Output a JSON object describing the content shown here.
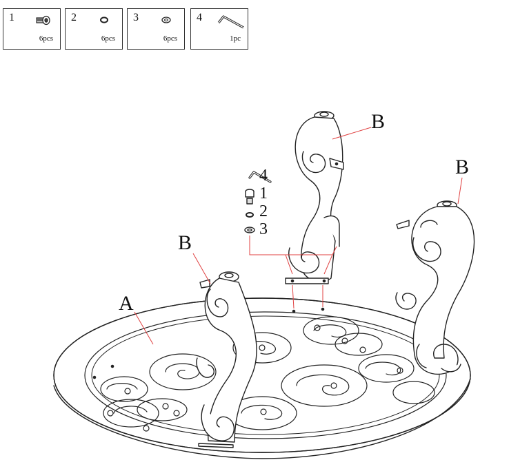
{
  "parts": [
    {
      "number": "1",
      "qty": "6pcs",
      "icon": "bolt-icon"
    },
    {
      "number": "2",
      "qty": "6pcs",
      "icon": "lock-washer-icon"
    },
    {
      "number": "3",
      "qty": "6pcs",
      "icon": "flat-washer-icon"
    },
    {
      "number": "4",
      "qty": "1pc",
      "icon": "allen-key-icon"
    }
  ],
  "labels": {
    "tabletop": "A",
    "leg": "B",
    "allen_key": "4",
    "bolt": "1",
    "lock_washer": "2",
    "flat_washer": "3"
  },
  "colors": {
    "line": "#222222",
    "leader": "#e04040"
  }
}
